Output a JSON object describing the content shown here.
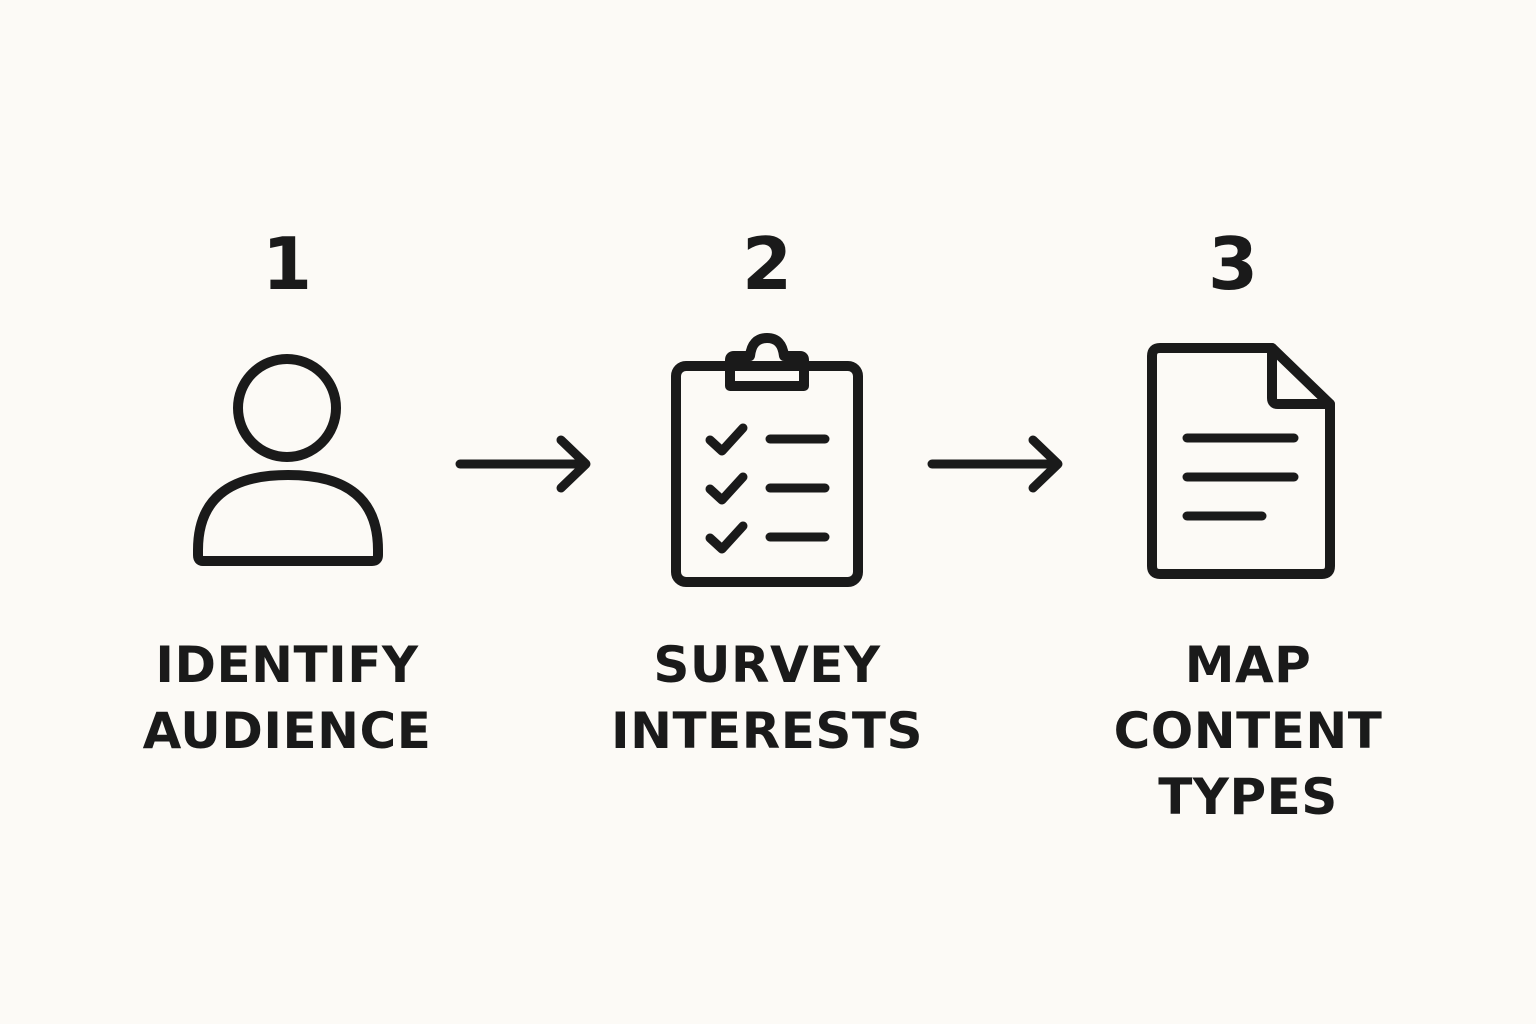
{
  "colors": {
    "background": "#fcfaf6",
    "ink": "#1a1a1a"
  },
  "steps": [
    {
      "number": "1",
      "label_lines": [
        "IDENTIFY",
        "AUDIENCE"
      ],
      "icon": "person-icon"
    },
    {
      "number": "2",
      "label_lines": [
        "SURVEY",
        "INTERESTS"
      ],
      "icon": "clipboard-checklist-icon"
    },
    {
      "number": "3",
      "label_lines": [
        "MAP",
        "CONTENT",
        "TYPES"
      ],
      "icon": "document-icon"
    }
  ],
  "connectors": [
    "arrow-right-icon",
    "arrow-right-icon"
  ]
}
